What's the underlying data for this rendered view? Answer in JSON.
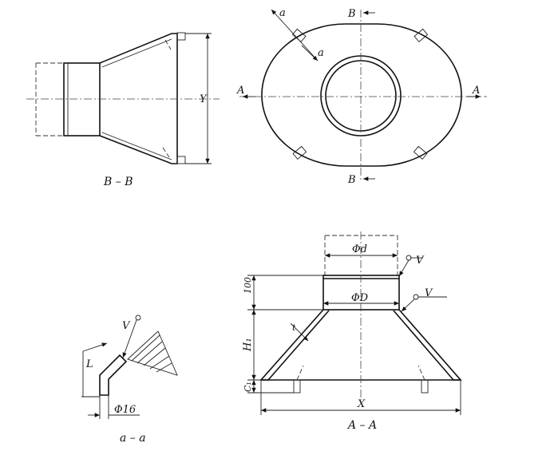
{
  "views": {
    "bb": {
      "caption": "B – B",
      "dim_y": "Y"
    },
    "plan": {
      "dim_a1": "a",
      "dim_a2": "a",
      "section_a_left": "A",
      "section_a_right": "A",
      "section_b_top": "B",
      "section_b_bottom": "B"
    },
    "aa_small": {
      "caption": "a – a",
      "dim_l": "L",
      "dim_phi16": "Φ16",
      "weld_v": "V"
    },
    "section_aa": {
      "caption": "A – A",
      "dim_phi_d": "Φd",
      "dim_phi_D": "ΦD",
      "dim_100": "100",
      "dim_h1": "H₁",
      "dim_c1": "C₁",
      "dim_x": "X",
      "dim_t": "t",
      "weld_v": "V",
      "weld_symbol": "V"
    }
  }
}
